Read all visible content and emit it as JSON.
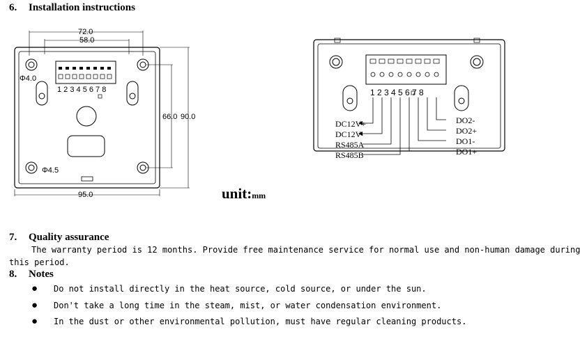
{
  "sections": {
    "install": {
      "number": "6.",
      "title": "Installation instructions"
    },
    "quality": {
      "number": "7.",
      "title": "Quality assurance",
      "line1": "The warranty period is 12 months. Provide free maintenance service for normal use and non-human damage during",
      "line2": "this period."
    },
    "notes": {
      "number": "8.",
      "title": "Notes",
      "items": [
        "Do not install directly in the heat source, cold source, or under the sun.",
        "Don't take a long time in the steam, mist, or water condensation environment.",
        "In the dust or other environmental pollution, must have regular cleaning products."
      ]
    }
  },
  "diagram_left": {
    "dim_width_outer": "72.0",
    "dim_width_inner": "58.0",
    "dim_hole_top": "Φ4.0",
    "dim_hole_bottom": "Φ4.5",
    "dim_height_inner": "66.0",
    "dim_height_outer": "90.0",
    "dim_base": "95.0",
    "terminal_numbers": "1 2 3 4 5 6 7 8"
  },
  "unit": {
    "label": "unit",
    "colon": ":",
    "value": "mm"
  },
  "diagram_right": {
    "terminal_numbers": "1 2 3 4 5 6 7 8",
    "left_labels": [
      "DC12V+",
      "DC12V-",
      "RS485A",
      "RS485B"
    ],
    "right_labels": [
      "DO2-",
      "DO2+",
      "DO1-",
      "DO1+"
    ]
  }
}
